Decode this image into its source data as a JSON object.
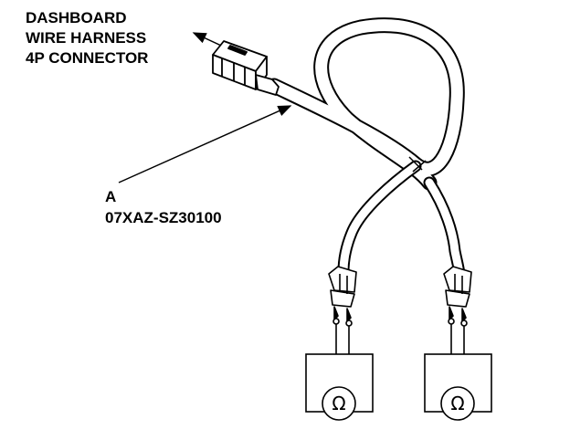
{
  "labels": {
    "connector": [
      "DASHBOARD",
      "WIRE HARNESS",
      "4P CONNECTOR"
    ],
    "tool_callout": "A",
    "tool_part_number": "07XAZ-SZ30100"
  },
  "meters": [
    {
      "symbol": "Ω"
    },
    {
      "symbol": "Ω"
    }
  ],
  "colors": {
    "ink": "#000000",
    "paper": "#ffffff"
  },
  "icons": [
    "ohmmeter-icon",
    "connector-icon",
    "arrow-icon"
  ]
}
